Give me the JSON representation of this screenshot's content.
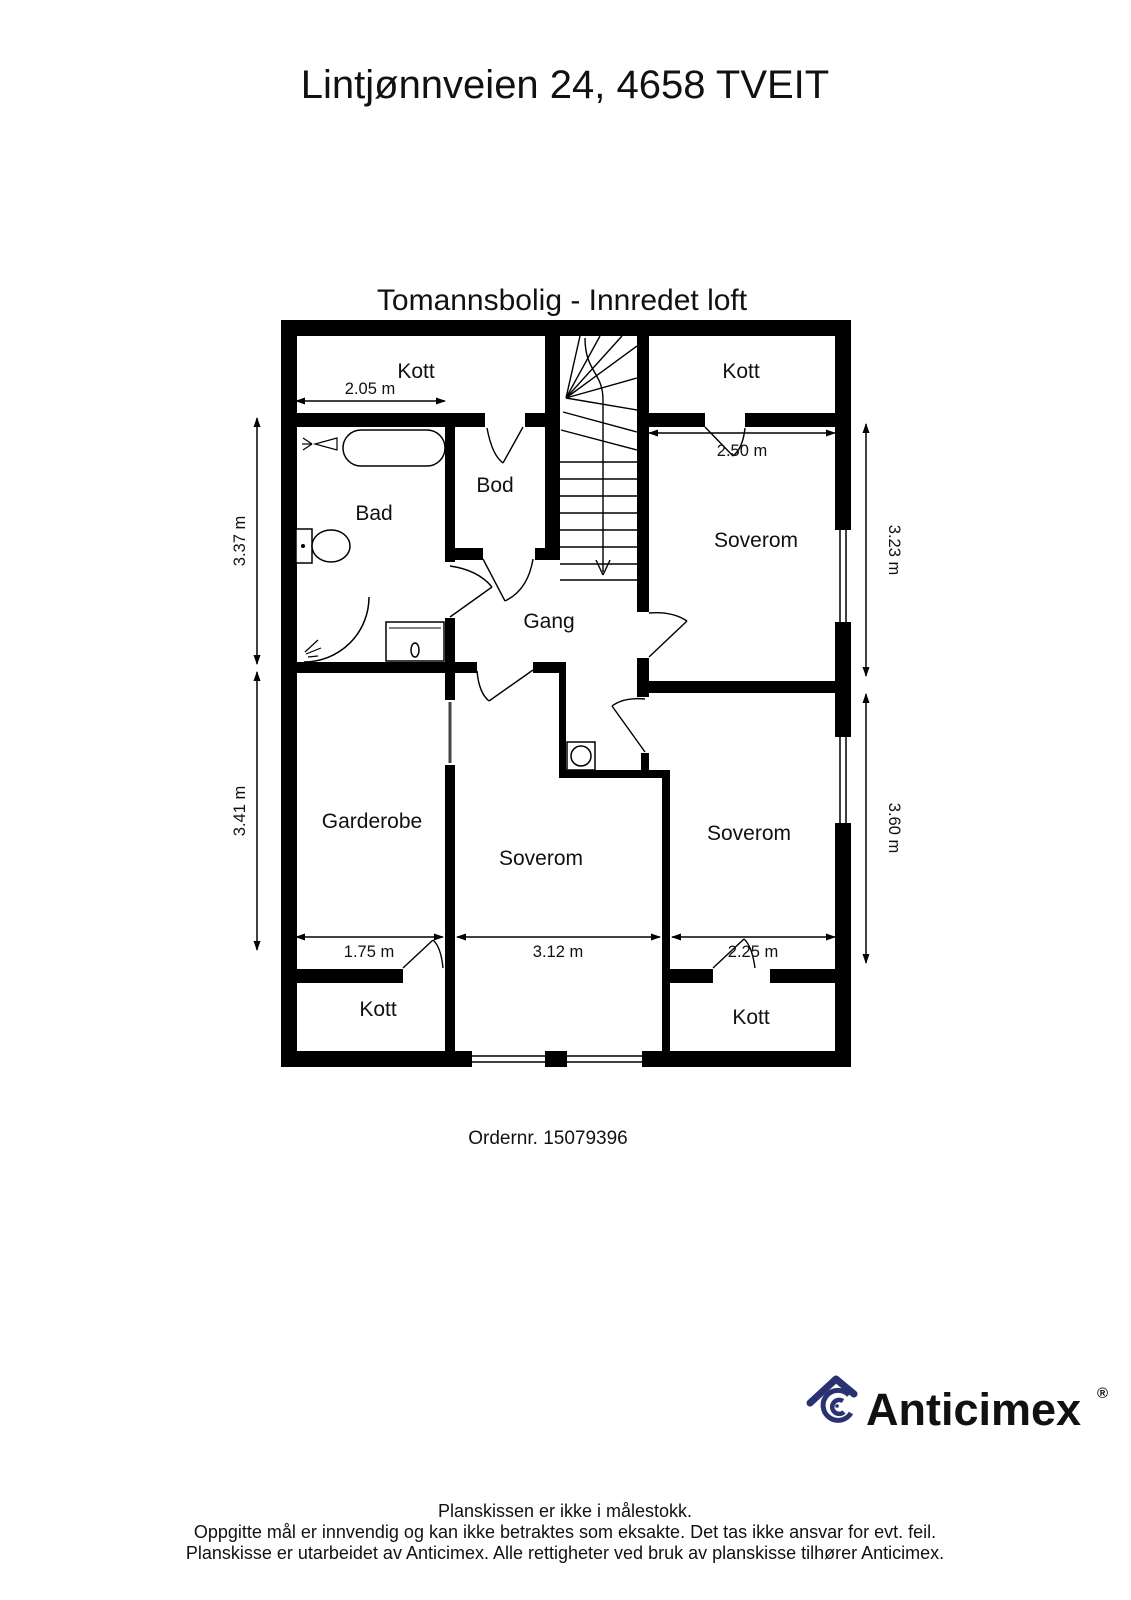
{
  "header": {
    "title": "Lintjønnveien 24, 4658 TVEIT",
    "plan_title": "Tomannsbolig  - Innredet loft"
  },
  "rooms": {
    "kott_top_left": "Kott",
    "kott_top_right": "Kott",
    "bad": "Bad",
    "bod": "Bod",
    "gang": "Gang",
    "soverom_top_right": "Soverom",
    "garderobe": "Garderobe",
    "soverom_center": "Soverom",
    "soverom_bottom_right": "Soverom",
    "kott_bottom_left": "Kott",
    "kott_bottom_right": "Kott"
  },
  "measurements": {
    "bad_width": "2.05 m",
    "soverom_top_right_width": "2.50 m",
    "bad_height": "3.37 m",
    "garderobe_height": "3.41 m",
    "soverom_top_right_height": "3.23 m",
    "soverom_bottom_right_height": "3.60 m",
    "garderobe_width": "1.75 m",
    "soverom_center_width": "3.12 m",
    "soverom_bottom_right_width": "2.25 m"
  },
  "order": {
    "number_label": "Ordernr. 15079396"
  },
  "logo": {
    "brand": "Anticimex",
    "registered": "®"
  },
  "footer": {
    "line1": "Planskissen er ikke i målestokk.",
    "line2": "Oppgitte mål er innvendig og kan ikke betraktes som eksakte. Det tas ikke ansvar for evt. feil.",
    "line3": "Planskisse er utarbeidet av Anticimex. Alle rettigheter ved bruk av planskisse tilhører Anticimex."
  },
  "colors": {
    "wall": "#000000",
    "text": "#111111",
    "logo_navy": "#2b3272",
    "background": "#ffffff"
  }
}
